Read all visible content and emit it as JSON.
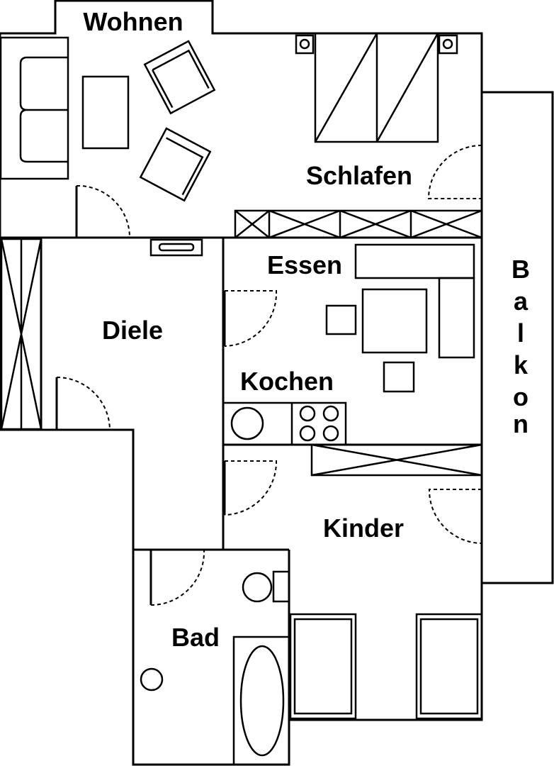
{
  "rooms": {
    "wohnen": "Wohnen",
    "schlafen": "Schlafen",
    "essen": "Essen",
    "diele": "Diele",
    "kochen": "Kochen",
    "kinder": "Kinder",
    "bad": "Bad",
    "balkon": [
      "B",
      "a",
      "l",
      "k",
      "o",
      "n"
    ]
  },
  "colors": {
    "line": "#000000",
    "background": "#ffffff"
  }
}
